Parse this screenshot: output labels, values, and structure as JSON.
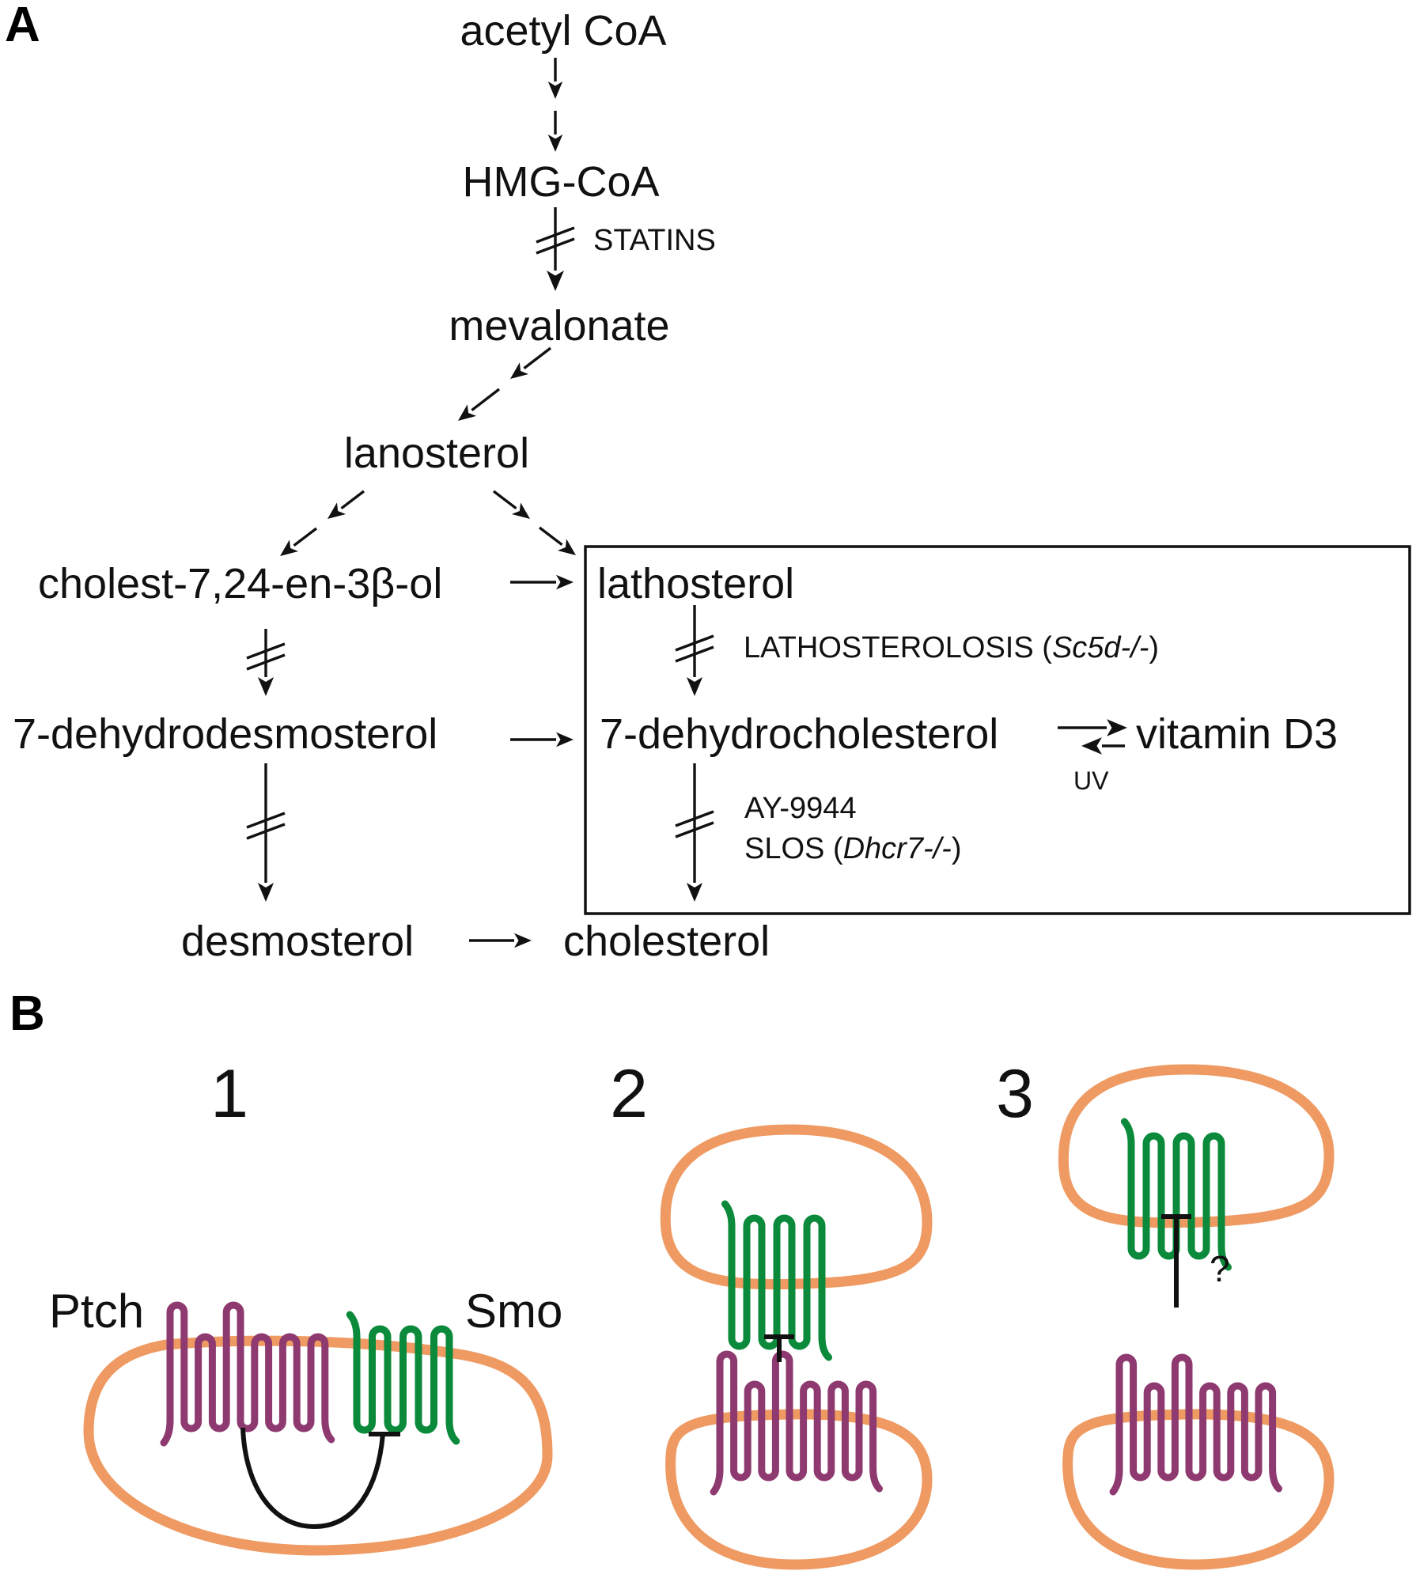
{
  "colors": {
    "ink": "#111111",
    "membrane": "#EE9A62",
    "ptch": "#8E3A70",
    "smo": "#0A8A3A"
  },
  "panel_a": {
    "label": "A",
    "nodes": {
      "acetyl_coa": "acetyl CoA",
      "hmg_coa": "HMG-CoA",
      "mevalonate": "mevalonate",
      "lanosterol": "lanosterol",
      "cholest": "cholest-7,24-en-3β-ol",
      "lathosterol": "lathosterol",
      "dehydrodesmosterol": "7-dehydrodesmosterol",
      "dehydrocholesterol": "7-dehydrocholesterol",
      "vitamin_d3": "vitamin D3",
      "desmosterol": "desmosterol",
      "cholesterol": "cholesterol"
    },
    "annotations": {
      "statins": "STATINS",
      "lathosterolosis": "LATHOSTEROLOSIS (",
      "lathosterolosis_gene": "Sc5d-/-",
      "lathosterolosis_close": ")",
      "ay9944": "AY-9944",
      "slos": "SLOS (",
      "slos_gene": "Dhcr7-/-",
      "slos_close": ")",
      "uv": "UV"
    },
    "edges": [
      {
        "from": "acetyl CoA",
        "to": "HMG-CoA",
        "type": "multi-step"
      },
      {
        "from": "HMG-CoA",
        "to": "mevalonate",
        "type": "blocked",
        "by": "STATINS"
      },
      {
        "from": "mevalonate",
        "to": "lanosterol",
        "type": "multi-step"
      },
      {
        "from": "lanosterol",
        "to": "cholest-7,24-en-3β-ol",
        "type": "multi-step"
      },
      {
        "from": "lanosterol",
        "to": "lathosterol",
        "type": "multi-step"
      },
      {
        "from": "cholest-7,24-en-3β-ol",
        "to": "lathosterol",
        "type": "direct"
      },
      {
        "from": "cholest-7,24-en-3β-ol",
        "to": "7-dehydrodesmosterol",
        "type": "blocked"
      },
      {
        "from": "lathosterol",
        "to": "7-dehydrocholesterol",
        "type": "blocked",
        "by": "LATHOSTEROLOSIS (Sc5d-/-)"
      },
      {
        "from": "7-dehydrodesmosterol",
        "to": "7-dehydrocholesterol",
        "type": "direct"
      },
      {
        "from": "7-dehydrocholesterol",
        "to": "vitamin D3",
        "type": "reversible",
        "by": "UV"
      },
      {
        "from": "7-dehydrodesmosterol",
        "to": "desmosterol",
        "type": "blocked"
      },
      {
        "from": "7-dehydrocholesterol",
        "to": "cholesterol",
        "type": "blocked",
        "by": "AY-9944; SLOS (Dhcr7-/-)"
      },
      {
        "from": "desmosterol",
        "to": "cholesterol",
        "type": "direct"
      }
    ]
  },
  "panel_b": {
    "label": "B",
    "models": [
      {
        "number": "1",
        "ptch_label": "Ptch",
        "smo_label": "Smo"
      },
      {
        "number": "2"
      },
      {
        "number": "3",
        "question": "?"
      }
    ]
  }
}
